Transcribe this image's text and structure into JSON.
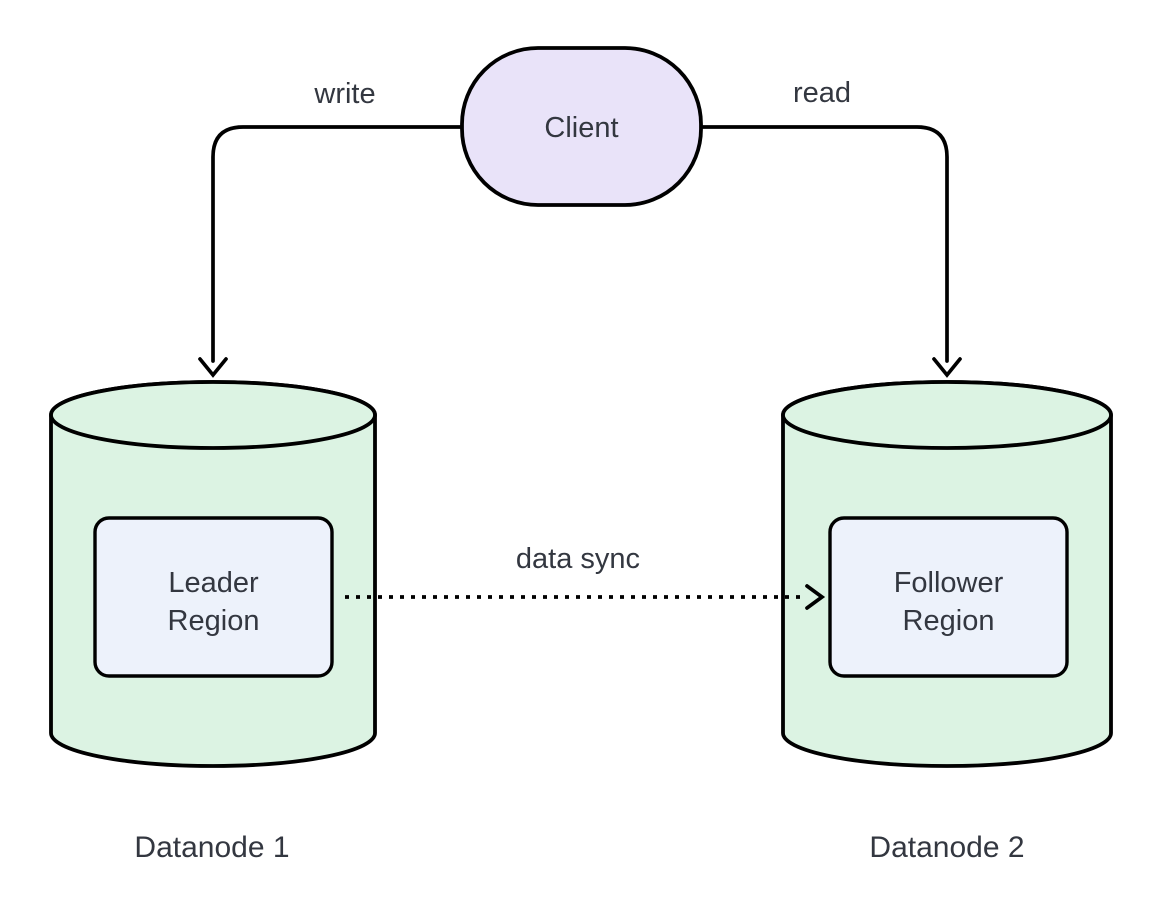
{
  "diagram": {
    "client": {
      "label": "Client"
    },
    "edges": {
      "write": {
        "label": "write"
      },
      "read": {
        "label": "read"
      },
      "data_sync": {
        "label": "data sync"
      }
    },
    "datanode1": {
      "caption": "Datanode 1",
      "region": {
        "lines": [
          "Leader",
          "Region"
        ]
      }
    },
    "datanode2": {
      "caption": "Datanode 2",
      "region": {
        "lines": [
          "Follower",
          "Region"
        ]
      }
    },
    "colors": {
      "client_fill": "#e9e3f9",
      "cylinder_fill": "#dcf3e3",
      "region_fill": "#edf2fb",
      "stroke": "#000000",
      "text": "#333740",
      "background": "#ffffff"
    }
  }
}
